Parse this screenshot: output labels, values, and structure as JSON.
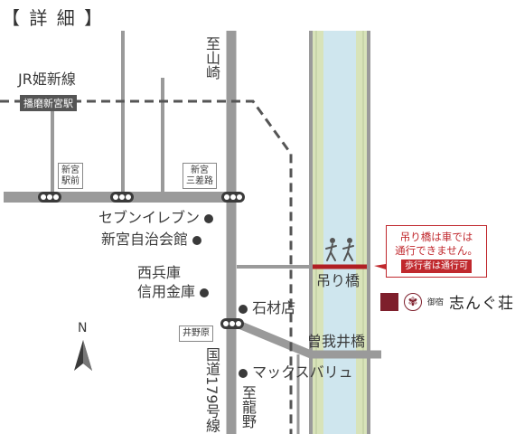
{
  "title": "【 詳 細 】",
  "railway": {
    "name": "JR姫新線",
    "station_main": "播磨新宮駅"
  },
  "stations": {
    "shingu_ekimae": "新宮\n駅前",
    "shingu_sansaro": "新宮\n三差路",
    "inogahara": "井野原"
  },
  "directions": {
    "to_yamazaki": "至山崎",
    "to_tatsuno": "至龍野"
  },
  "route": {
    "national_road": "国道179号線"
  },
  "landmarks": {
    "seven_eleven": "セブンイレブン",
    "jichikaikan": "新宮自治会館",
    "shinkin_line1": "西兵庫",
    "shinkin_line2": "信用金庫",
    "ishizaiten": "石材店",
    "max_valu": "マックスバリュ",
    "tsuribashi": "吊り橋",
    "sogaibashi": "曽我井橋"
  },
  "notice": {
    "line1": "吊り橋は車では",
    "line2": "通行できません。",
    "tag": "歩行者は通行可"
  },
  "brand": {
    "prefix": "御宿",
    "name": "志んぐ荘"
  },
  "compass": {
    "label": "N"
  },
  "colors": {
    "river_water": "#cfe6ee",
    "river_bank": "#d8e3b9",
    "road": "#9a9a9a",
    "accent": "#c0282d",
    "brand": "#7e1f2c"
  },
  "icons": [
    "maple-leaf-icon",
    "pedestrian-icon",
    "north-arrow-icon",
    "bus-stop-icon"
  ]
}
